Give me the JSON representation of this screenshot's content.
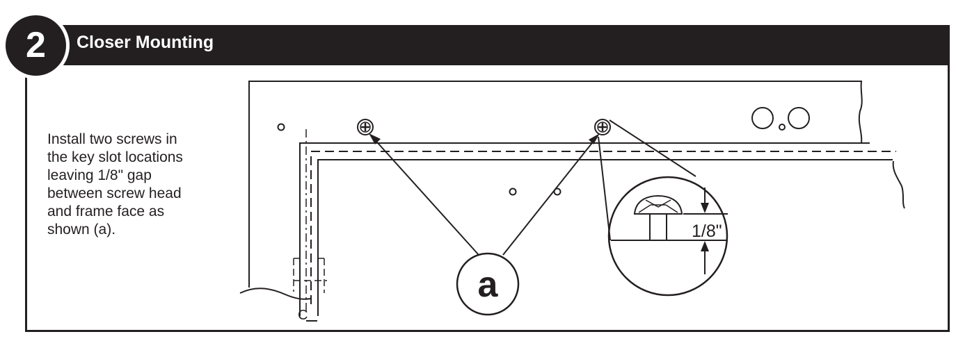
{
  "step": {
    "number": "2",
    "title": "Closer Mounting"
  },
  "instructions": {
    "lines": [
      "Install two screws in",
      "the key slot locations",
      "leaving 1/8\" gap",
      "between screw head",
      "and frame face as",
      "shown (a)."
    ]
  },
  "diagram": {
    "callout_label": "a",
    "gap_dimension": "1/8\"",
    "centerline_symbol": "C"
  },
  "colors": {
    "ink": "#231f20",
    "paper": "#ffffff"
  }
}
